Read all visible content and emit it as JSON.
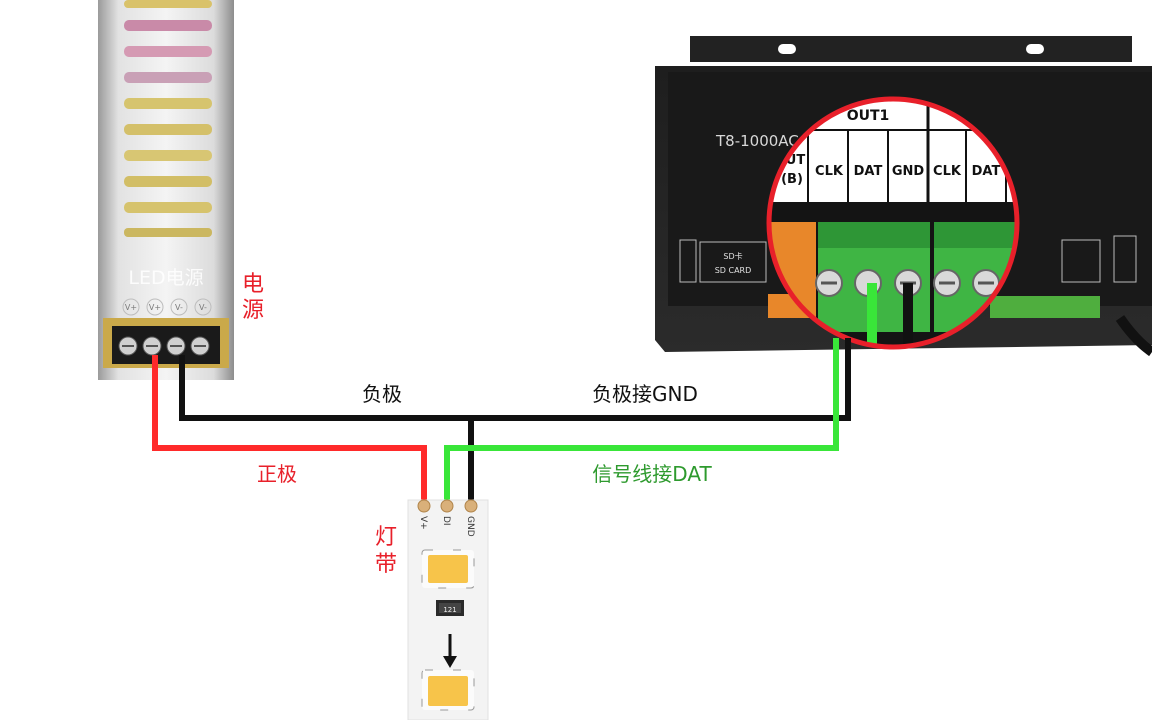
{
  "power_supply": {
    "brand_label": "LED电源",
    "terminal_labels": [
      "V+",
      "V+",
      "V-",
      "V-"
    ],
    "caption_line1": "电",
    "caption_line2": "源"
  },
  "controller": {
    "model": "T8-1000AC",
    "sd_slot_label1": "SD卡",
    "sd_slot_label2": "SD CARD",
    "zoom_header": "OUT1",
    "zoom_left_label1": "OUT",
    "zoom_left_label2": "(B)",
    "zoom_pins": [
      "CLK",
      "DAT",
      "GND",
      "CLK",
      "DAT"
    ]
  },
  "led_strip": {
    "pin_labels": [
      "V+",
      "DI",
      "GND"
    ],
    "chip_label": "121",
    "caption_line1": "灯",
    "caption_line2": "带"
  },
  "wires": {
    "negative_label": "负极",
    "negative_to_gnd_label": "负极接GND",
    "positive_label": "正极",
    "signal_label": "信号线接DAT"
  },
  "colors": {
    "positive_wire": "#ff2a2a",
    "negative_wire": "#111111",
    "signal_wire": "#39e639",
    "zoom_circle": "#e8202a",
    "caption_red": "#e8202a",
    "caption_green": "#2e9a2e"
  }
}
